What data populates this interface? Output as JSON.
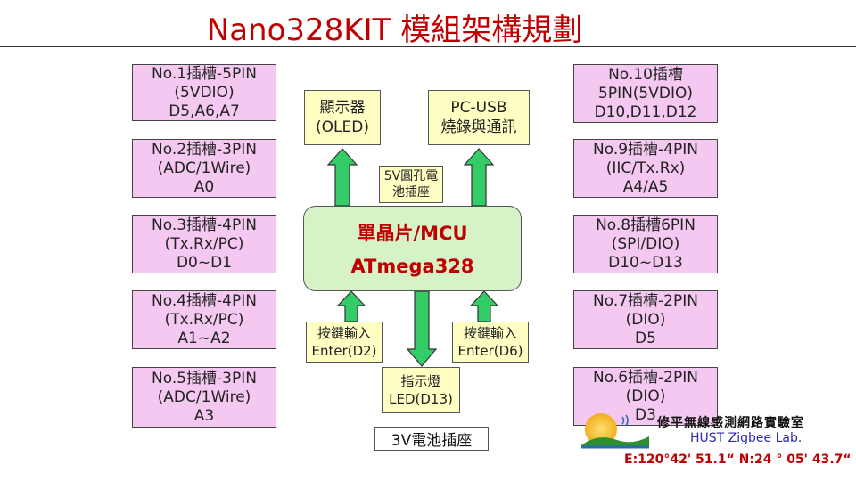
{
  "title": "Nano328KIT 模組架構規劃",
  "left_slots": [
    {
      "line1": "No.1插槽-5PIN",
      "line2": "(5VDIO)",
      "line3": "D5,A6,A7"
    },
    {
      "line1": "No.2插槽-3PIN",
      "line2": "(ADC/1Wire)",
      "line3": "A0"
    },
    {
      "line1": "No.3插槽-4PIN",
      "line2": "(Tx.Rx/PC)",
      "line3": "D0~D1"
    },
    {
      "line1": "No.4插槽-4PIN",
      "line2": "(Tx.Rx/PC)",
      "line3": "A1~A2"
    },
    {
      "line1": "No.5插槽-3PIN",
      "line2": "(ADC/1Wire)",
      "line3": "A3"
    }
  ],
  "right_slots": [
    {
      "line1": "No.10插槽",
      "line2": "5PIN(5VDIO)",
      "line3": "D10,D11,D12"
    },
    {
      "line1": "No.9插槽-4PIN",
      "line2": "(IIC/Tx.Rx)",
      "line3": "A4/A5"
    },
    {
      "line1": "No.8插槽6PIN",
      "line2": "(SPI/DIO)",
      "line3": "D10~D13"
    },
    {
      "line1": "No.7插槽-2PIN",
      "line2": "(DIO)",
      "line3": "D5"
    },
    {
      "line1": "No.6插槽-2PIN",
      "line2": "(DIO)",
      "line3": "D3"
    }
  ],
  "display": {
    "line1": "顯示器",
    "line2": "(OLED)"
  },
  "pcusb": {
    "line1": "PC-USB",
    "line2": "燒錄與通訊"
  },
  "power_jack": {
    "line1": "5V圓孔電",
    "line2": "池插座"
  },
  "mcu": {
    "line1": "單晶片/MCU",
    "line2": "ATmega328"
  },
  "button_left": {
    "line1": "按鍵輸入",
    "line2": "Enter(D2)"
  },
  "button_right": {
    "line1": "按鍵輸入",
    "line2": "Enter(D6)"
  },
  "led": {
    "line1": "指示燈",
    "line2": "LED(D13)"
  },
  "battery": "3V電池插座",
  "lab": {
    "name": "修平無線感測網路實驗室",
    "subtitle": "HUST Zigbee Lab.",
    "coords": "E:120°42' 51.1“ N:24 ° 05' 43.7“"
  },
  "colors": {
    "slot_fill": "#f4c8f0",
    "yellow_fill": "#ffffc4",
    "mcu_fill": "#d5f3c6",
    "arrow_fill": "#33cc66",
    "title": "#c00000"
  }
}
